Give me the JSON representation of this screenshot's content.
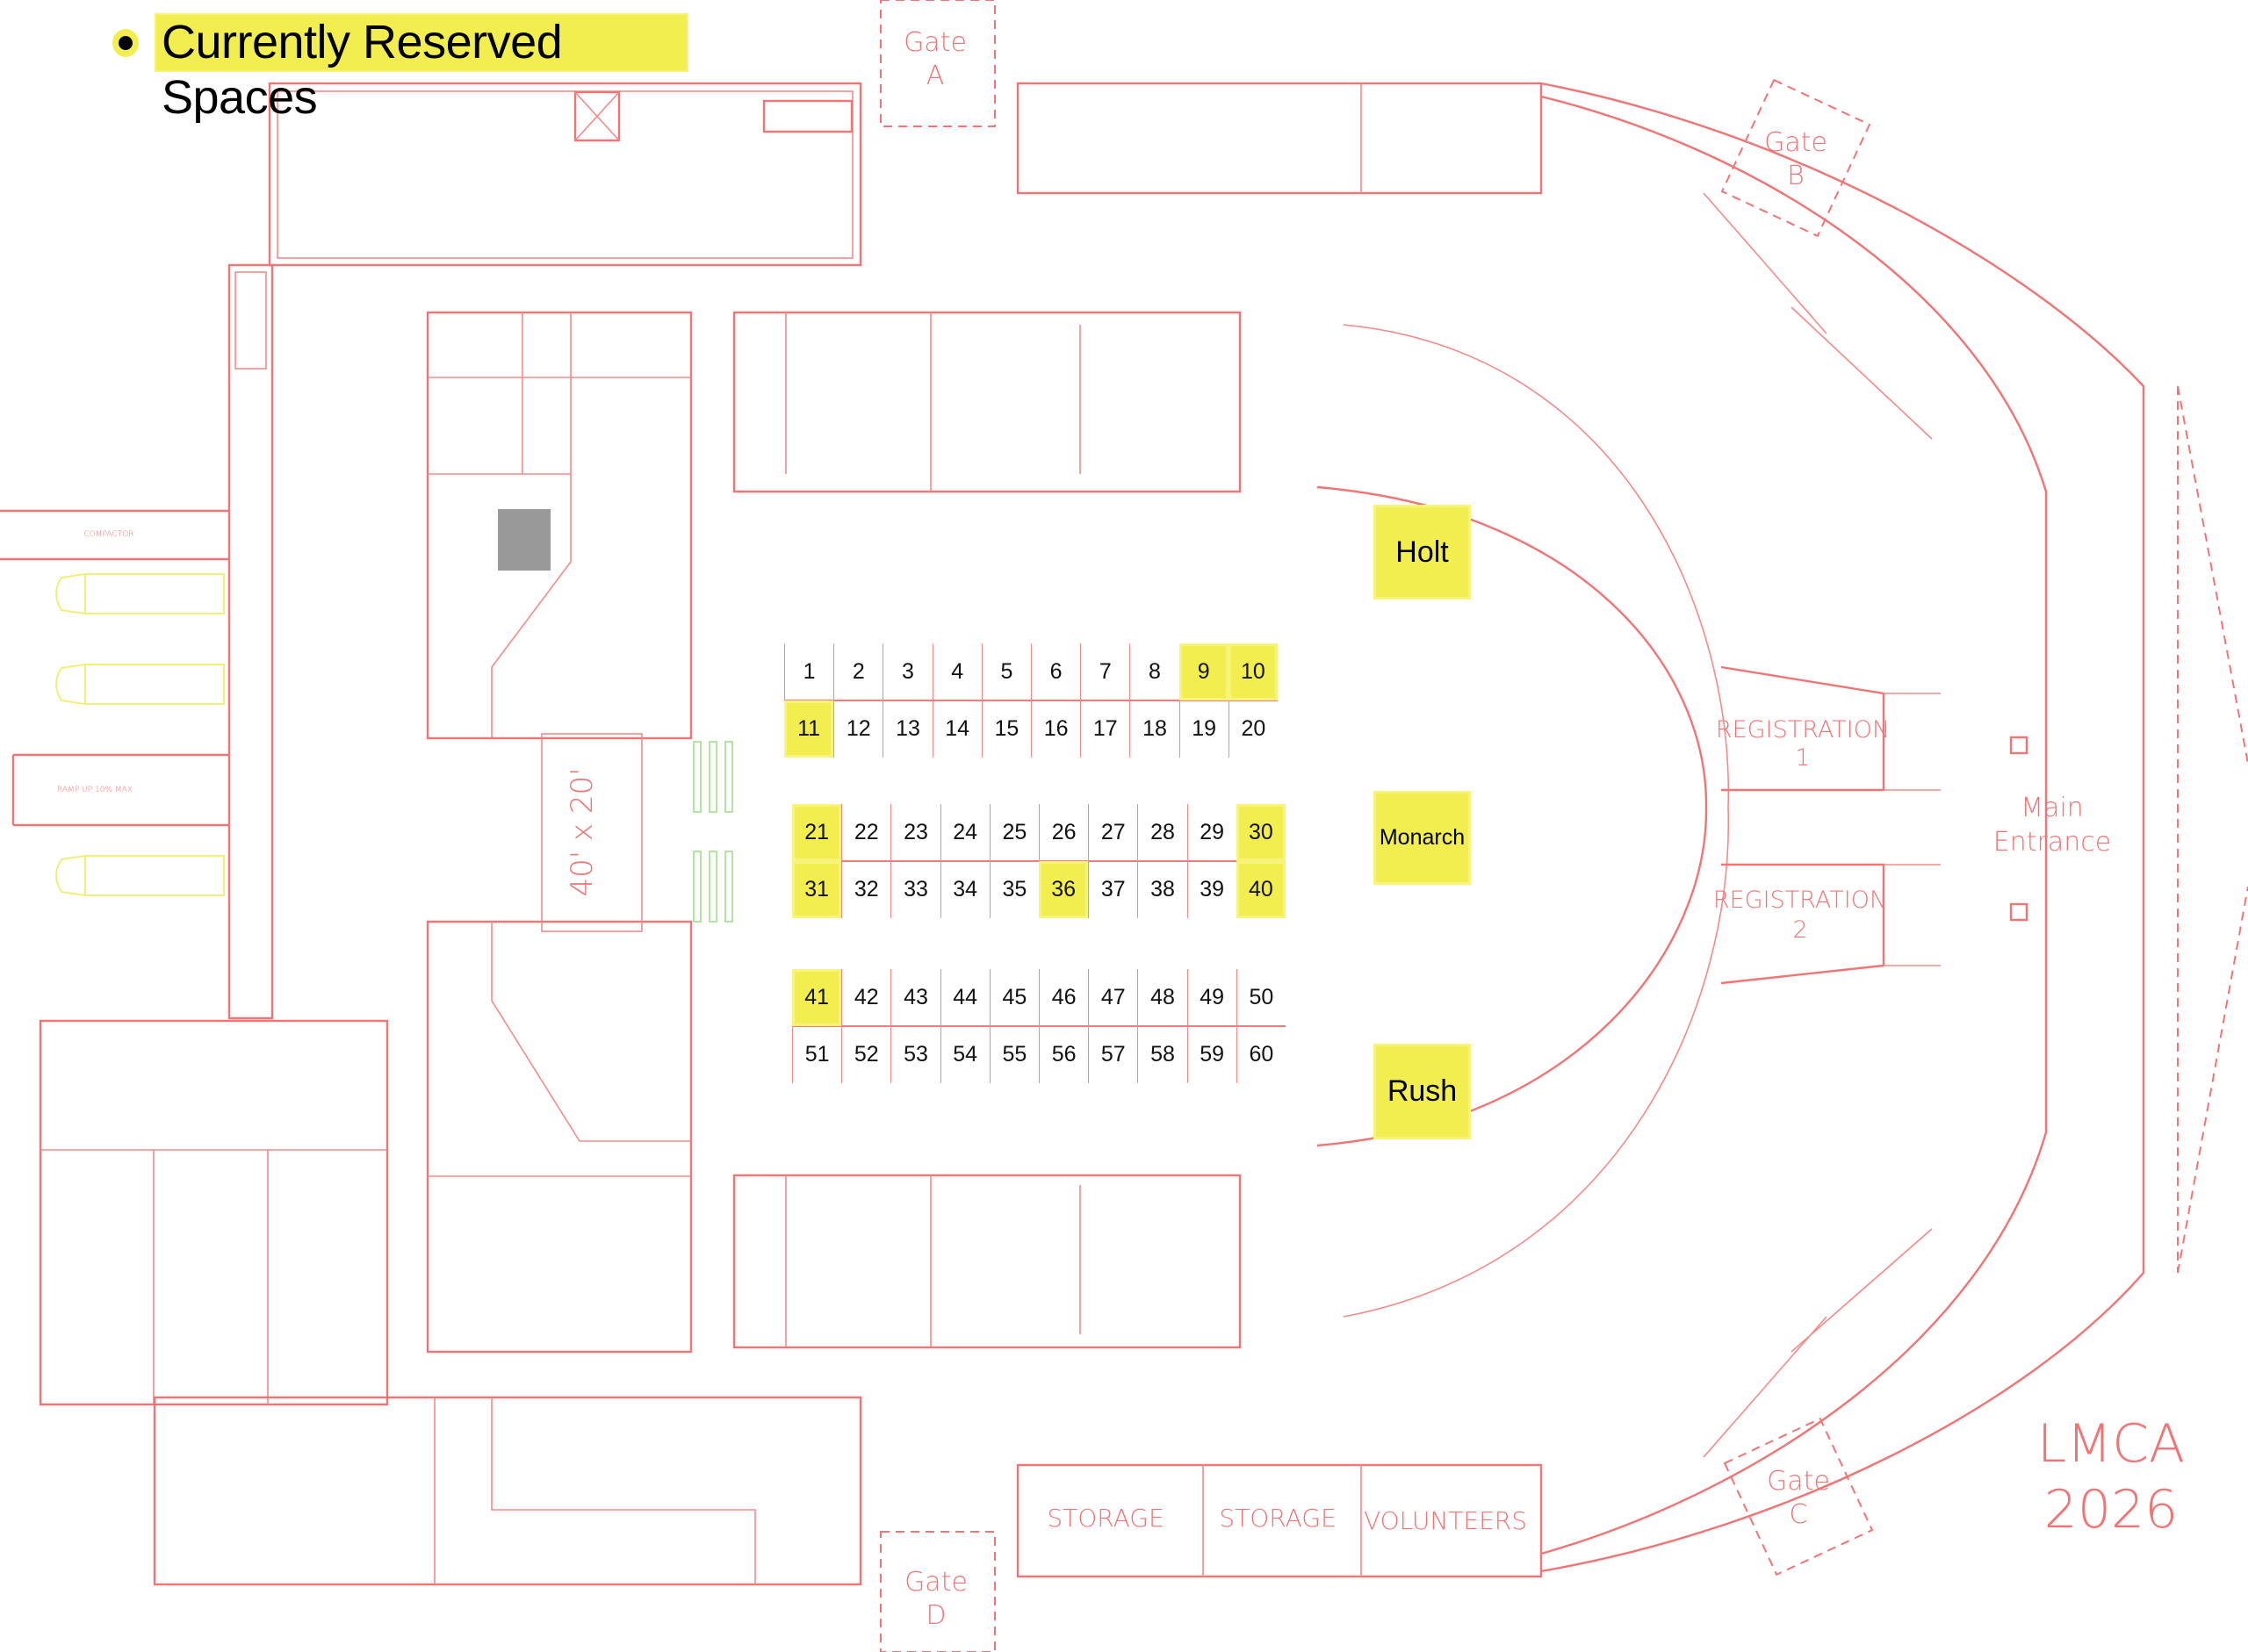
{
  "legend": {
    "label": "Currently Reserved Spaces",
    "color": "#f2ee50"
  },
  "gates": {
    "a": [
      "Gate",
      "A"
    ],
    "b": [
      "Gate",
      "B"
    ],
    "c": [
      "Gate",
      "C"
    ],
    "d": [
      "Gate",
      "D"
    ]
  },
  "zones": {
    "holt": "Holt",
    "monarch": "Monarch",
    "rush": "Rush"
  },
  "rooms": {
    "registration1": [
      "REGISTRATION",
      "1"
    ],
    "registration2": [
      "REGISTRATION",
      "2"
    ],
    "main_entrance": [
      "Main",
      "Entrance"
    ],
    "storage1": "STORAGE",
    "storage2": "STORAGE",
    "volunteers": "VOLUNTEERS",
    "stage": "40' x 20'",
    "compactor": "COMPACTOR",
    "ramp": "RAMP UP 10% MAX"
  },
  "watermark": [
    "LMCA",
    "2026"
  ],
  "grid": {
    "blocks": [
      {
        "rows": [
          [
            1,
            2,
            3,
            4,
            5,
            6,
            7,
            8,
            9,
            10
          ],
          [
            11,
            12,
            13,
            14,
            15,
            16,
            17,
            18,
            19,
            20
          ]
        ]
      },
      {
        "rows": [
          [
            21,
            22,
            23,
            24,
            25,
            26,
            27,
            28,
            29,
            30
          ],
          [
            31,
            32,
            33,
            34,
            35,
            36,
            37,
            38,
            39,
            40
          ]
        ]
      },
      {
        "rows": [
          [
            41,
            42,
            43,
            44,
            45,
            46,
            47,
            48,
            49,
            50
          ],
          [
            51,
            52,
            53,
            54,
            55,
            56,
            57,
            58,
            59,
            60
          ]
        ]
      }
    ],
    "reserved": [
      9,
      10,
      11,
      21,
      30,
      31,
      36,
      40,
      41
    ]
  }
}
